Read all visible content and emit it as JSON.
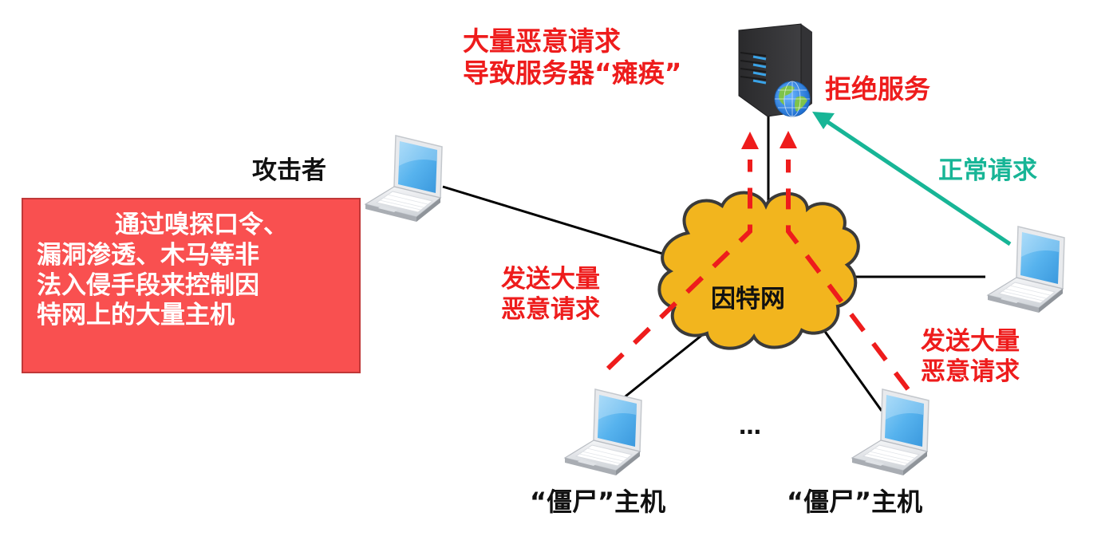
{
  "diagram": {
    "title_caption": [
      "大量恶意请求",
      "导致服务器“瘫痪”"
    ],
    "server_label": "拒绝服务",
    "attacker_label": "攻击者",
    "attacker_description": [
      "通过嗅探口令、",
      "漏洞渗透、木马等非",
      "法入侵手段来控制因",
      "特网上的大量主机"
    ],
    "internet_label": "因特网",
    "normal_request_label": "正常请求",
    "malicious_left_label": [
      "发送大量",
      "恶意请求"
    ],
    "malicious_right_label": [
      "发送大量",
      "恶意请求"
    ],
    "zombie_left_label": "“僵尸”主机",
    "zombie_right_label": "“僵尸”主机",
    "ellipsis": "…",
    "nodes": [
      {
        "id": "server",
        "icon": "server-with-globe-icon"
      },
      {
        "id": "internet",
        "icon": "cloud-icon"
      },
      {
        "id": "attacker",
        "icon": "laptop-icon"
      },
      {
        "id": "normal-client",
        "icon": "laptop-icon"
      },
      {
        "id": "zombie-left",
        "icon": "laptop-icon"
      },
      {
        "id": "zombie-right",
        "icon": "laptop-icon"
      }
    ],
    "edges": [
      {
        "from": "internet",
        "to": "server",
        "style": "solid"
      },
      {
        "from": "attacker",
        "to": "internet",
        "style": "solid"
      },
      {
        "from": "normal-client",
        "to": "internet",
        "style": "solid"
      },
      {
        "from": "zombie-left",
        "to": "internet",
        "style": "solid"
      },
      {
        "from": "zombie-right",
        "to": "internet",
        "style": "solid"
      },
      {
        "from": "normal-client",
        "to": "server",
        "style": "arrow",
        "meaning": "normal request"
      },
      {
        "from": "zombie-left",
        "to": "server",
        "style": "dashed-arrow",
        "meaning": "malicious requests"
      },
      {
        "from": "zombie-right",
        "to": "server",
        "style": "dashed-arrow",
        "meaning": "malicious requests"
      }
    ],
    "colors": {
      "malicious": "#ee1c1c",
      "normal": "#17b596",
      "cloud_fill": "#f2b51e",
      "cloud_stroke": "#3a3a3a",
      "desc_box": "#f95050",
      "text_dark": "#111111"
    }
  }
}
